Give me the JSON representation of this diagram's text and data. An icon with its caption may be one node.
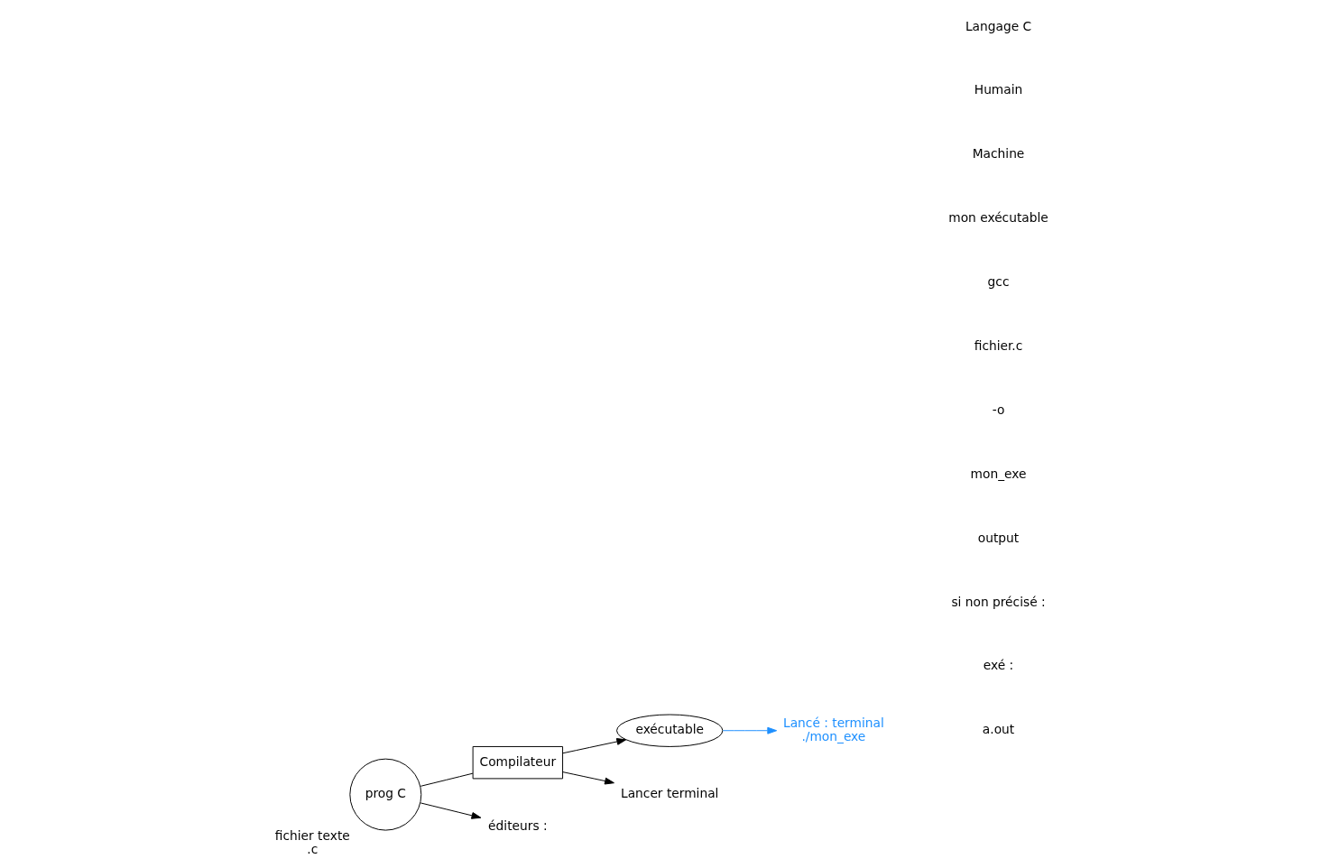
{
  "diagram": {
    "nodes": [
      {
        "text": [
          "prog C"
        ],
        "beside": [
          "fichier texte",
          ".c"
        ]
      },
      {
        "text": [
          "Compilateur"
        ]
      },
      {
        "text": [
          "exécutable"
        ]
      },
      {
        "text": [
          "éditeurs :"
        ]
      },
      {
        "text": [
          "Lancer terminal"
        ]
      },
      {
        "text": [
          "Lancé : terminal",
          "./mon_exe"
        ]
      }
    ],
    "edges": [
      {
        "from": 0,
        "to": 1,
        "arrow": "none"
      },
      {
        "from": 1,
        "to": 2,
        "arrow": "to"
      },
      {
        "from": 0,
        "to": 3,
        "arrow": "to"
      },
      {
        "from": 1,
        "to": 4,
        "arrow": "to"
      },
      {
        "from": 2,
        "to": 5,
        "arrow": "to",
        "color": "#1e90ff"
      }
    ],
    "labels": [
      "Langage C",
      "Humain",
      "Machine",
      "mon exécutable",
      "gcc",
      "fichier.c",
      "-o",
      "mon_exe",
      "output",
      "si non précisé :",
      "exé :",
      "a.out"
    ]
  }
}
